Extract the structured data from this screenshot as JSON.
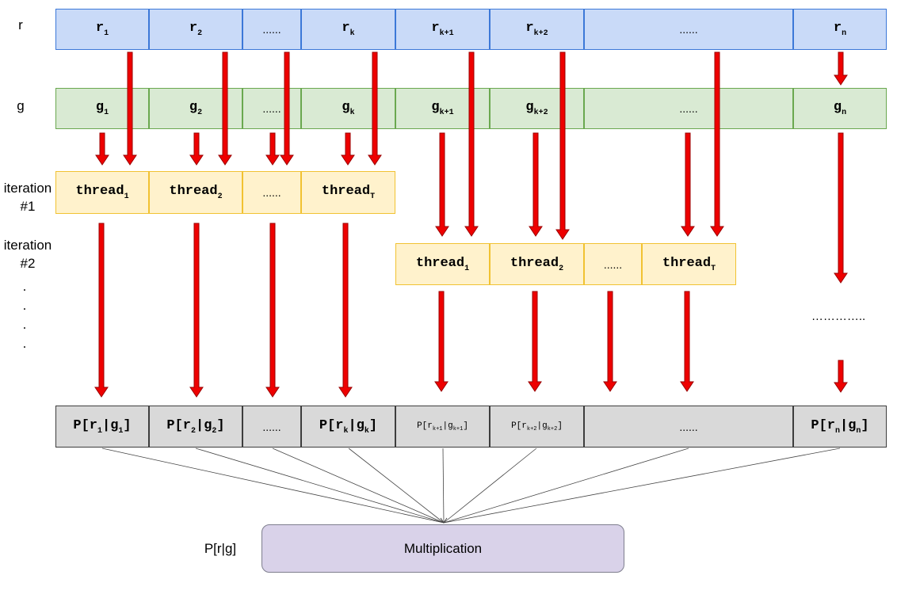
{
  "row_labels": {
    "r": "r",
    "g": "g",
    "iteration1": [
      "iteration",
      "#1"
    ],
    "iteration2": [
      "iteration",
      "#2"
    ],
    "vertical_dots": [
      ".",
      ".",
      ".",
      "."
    ],
    "result": "P[r|g]"
  },
  "r_row": [
    {
      "base": "r",
      "sub": "1"
    },
    {
      "base": "r",
      "sub": "2"
    },
    {
      "text": "......"
    },
    {
      "base": "r",
      "sub": "k"
    },
    {
      "base": "r",
      "sub": "k+1"
    },
    {
      "base": "r",
      "sub": "k+2"
    },
    {
      "text": "......"
    },
    {
      "base": "r",
      "sub": "n"
    }
  ],
  "g_row": [
    {
      "base": "g",
      "sub": "1"
    },
    {
      "base": "g",
      "sub": "2"
    },
    {
      "text": "......"
    },
    {
      "base": "g",
      "sub": "k"
    },
    {
      "base": "g",
      "sub": "k+1"
    },
    {
      "base": "g",
      "sub": "k+2"
    },
    {
      "text": "......"
    },
    {
      "base": "g",
      "sub": "n"
    }
  ],
  "iteration1_threads": [
    {
      "base": "thread",
      "sub": "1"
    },
    {
      "base": "thread",
      "sub": "2"
    },
    {
      "text": "......"
    },
    {
      "base": "thread",
      "sub": "T"
    }
  ],
  "iteration2_threads": [
    {
      "base": "thread",
      "sub": "1"
    },
    {
      "base": "thread",
      "sub": "2"
    },
    {
      "text": "......"
    },
    {
      "base": "thread",
      "sub": "T"
    }
  ],
  "continuation_dots": "…………..",
  "p_row": [
    {
      "parts": [
        "P[r",
        "1",
        "|g",
        "1",
        "]"
      ]
    },
    {
      "parts": [
        "P[r",
        "2",
        "|g",
        "2",
        "]"
      ]
    },
    {
      "text": "......"
    },
    {
      "parts": [
        "P[r",
        "k",
        "|g",
        "k",
        "]"
      ]
    },
    {
      "parts": [
        "P[r",
        "k+1",
        "|g",
        "k+1",
        "]"
      ],
      "small": true
    },
    {
      "parts": [
        "P[r",
        "k+2",
        "|g",
        "k+2",
        "]"
      ],
      "small": true
    },
    {
      "text": "......"
    },
    {
      "parts": [
        "P[r",
        "n",
        "|g",
        "n",
        "]"
      ]
    }
  ],
  "multiplication": "Multiplication",
  "colors": {
    "arrow": "#ee0000",
    "arrow_stroke": "#990000",
    "line": "#444444"
  }
}
